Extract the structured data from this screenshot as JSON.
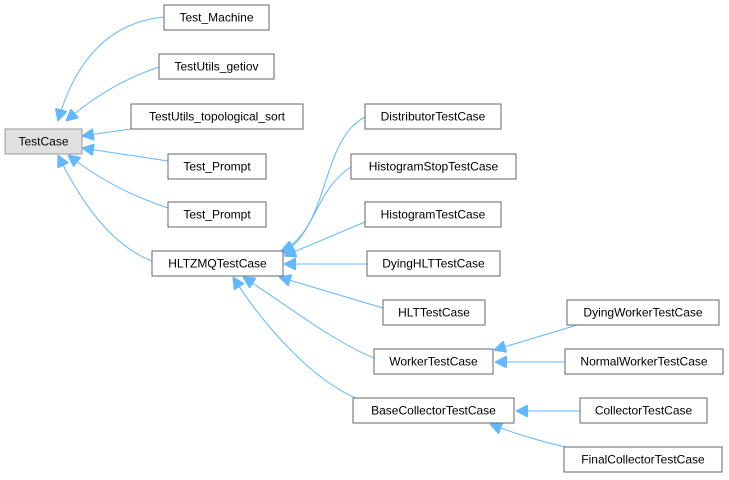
{
  "diagram": {
    "type": "inheritance-graph",
    "edge_color": "#63b8ff",
    "root_fill": "#e0e0e0",
    "node_border": "#666666",
    "nodes": {
      "testcase": "TestCase",
      "test_machine": "Test_Machine",
      "testutils_getiov": "TestUtils_getiov",
      "testutils_topo": "TestUtils_topological_sort",
      "test_prompt_1": "Test_Prompt",
      "test_prompt_2": "Test_Prompt",
      "hltzmq": "HLTZMQTestCase",
      "distributor": "DistributorTestCase",
      "histogramstop": "HistogramStopTestCase",
      "histogram": "HistogramTestCase",
      "dyinghlt": "DyingHLTTestCase",
      "hlt": "HLTTestCase",
      "worker": "WorkerTestCase",
      "basecollector": "BaseCollectorTestCase",
      "dyingworker": "DyingWorkerTestCase",
      "normalworker": "NormalWorkerTestCase",
      "collector": "CollectorTestCase",
      "finalcollector": "FinalCollectorTestCase"
    },
    "edges": [
      {
        "child": "test_machine",
        "parent": "testcase"
      },
      {
        "child": "testutils_getiov",
        "parent": "testcase"
      },
      {
        "child": "testutils_topo",
        "parent": "testcase"
      },
      {
        "child": "test_prompt_1",
        "parent": "testcase"
      },
      {
        "child": "test_prompt_2",
        "parent": "testcase"
      },
      {
        "child": "hltzmq",
        "parent": "testcase"
      },
      {
        "child": "distributor",
        "parent": "hltzmq"
      },
      {
        "child": "histogramstop",
        "parent": "hltzmq"
      },
      {
        "child": "histogram",
        "parent": "hltzmq"
      },
      {
        "child": "dyinghlt",
        "parent": "hltzmq"
      },
      {
        "child": "hlt",
        "parent": "hltzmq"
      },
      {
        "child": "worker",
        "parent": "hltzmq"
      },
      {
        "child": "basecollector",
        "parent": "hltzmq"
      },
      {
        "child": "dyingworker",
        "parent": "worker"
      },
      {
        "child": "normalworker",
        "parent": "worker"
      },
      {
        "child": "collector",
        "parent": "basecollector"
      },
      {
        "child": "finalcollector",
        "parent": "basecollector"
      }
    ]
  }
}
